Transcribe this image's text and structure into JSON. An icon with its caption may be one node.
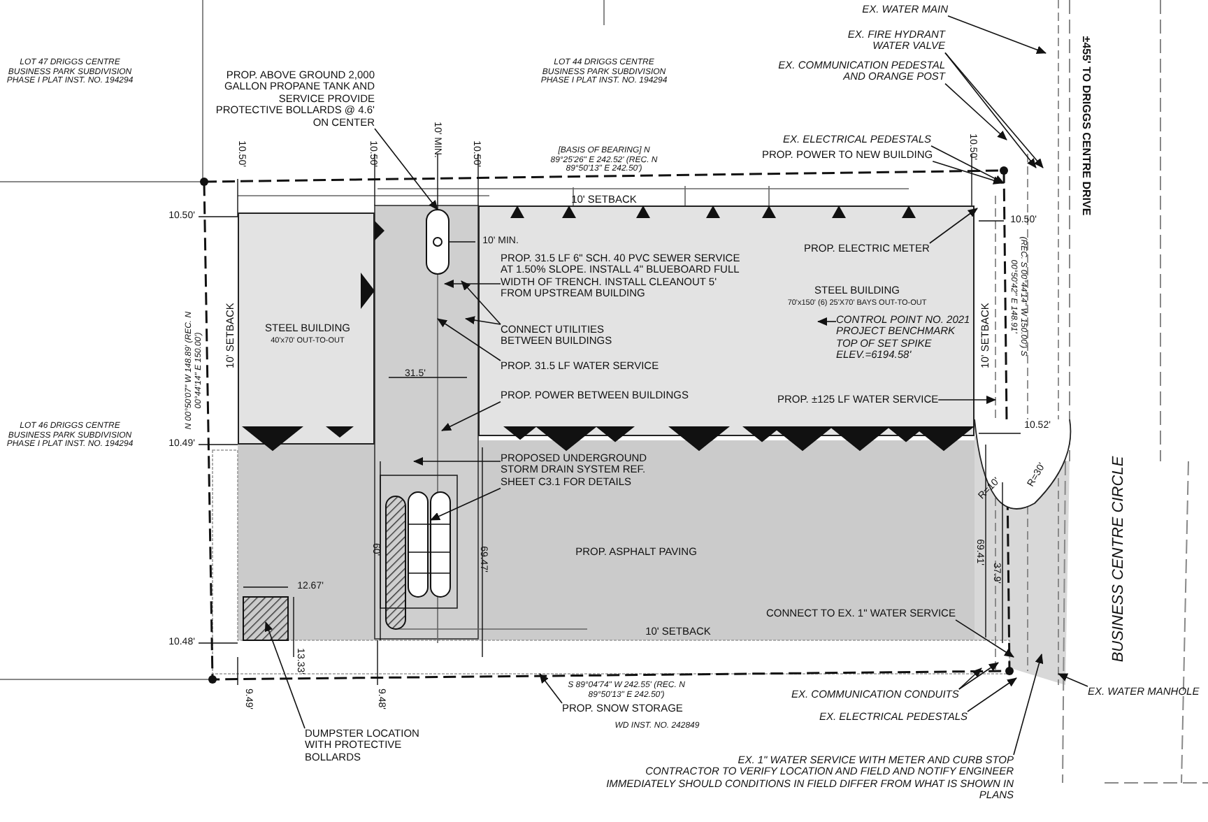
{
  "diagram": {
    "nodes": [
      {
        "text": [
          "STEEL BUILDING",
          "40'x70' OUT-TO-OUT"
        ]
      },
      {
        "text": [
          "STEEL BUILDING",
          "70'x150' (6) 25'X70' BAYS OUT-TO-OUT"
        ]
      },
      {
        "text": [
          "PROP. ABOVE GROUND 2,000 GALLON PROPANE TANK AND SERVICE PROVIDE PROTECTIVE BOLLARDS @ 4.6' ON CENTER"
        ]
      },
      {
        "text": [
          "PROP. 31.5 LF 6\" SCH. 40 PVC SEWER SERVICE AT 1.50% SLOPE. INSTALL 4\" BLUEBOARD FULL WIDTH OF TRENCH. INSTALL CLEANOUT 5' FROM UPSTREAM BUILDING"
        ],
        "in": 1
      },
      {
        "text": [
          "CONNECT UTILITIES BETWEEN BUILDINGS"
        ],
        "in": 1
      },
      {
        "text": [
          "PROP. 31.5 LF WATER SERVICE"
        ],
        "in": 1
      },
      {
        "text": [
          "PROP. POWER BETWEEN BUILDINGS"
        ],
        "in": 1
      },
      {
        "text": [
          "PROPOSED UNDERGROUND STORM DRAIN SYSTEM REF. SHEET C3.1 FOR DETAILS"
        ]
      },
      {
        "text": [
          "DUMPSTER LOCATION WITH PROTECTIVE BOLLARDS"
        ]
      },
      {
        "text": [
          "PROP. SNOW STORAGE"
        ]
      },
      {
        "text": [
          "CONTROL POINT NO. 2021 PROJECT BENCHMARK TOP OF SET SPIKE ELEV.=6194.58'"
        ],
        "in": 1
      },
      {
        "text": [
          "PROP. ±125 LF WATER SERVICE"
        ],
        "in": 1
      },
      {
        "text": [
          "PROP. ELECTRIC METER"
        ],
        "in": 1
      },
      {
        "text": [
          "EX. ELECTRICAL PEDESTALS"
        ]
      },
      {
        "text": [
          "PROP. POWER TO NEW BUILDING"
        ]
      },
      {
        "text": [
          "EX. COMMUNICATION PEDESTAL AND ORANGE POST"
        ]
      },
      {
        "text": [
          "EX. FIRE HYDRANT WATER VALVE"
        ]
      },
      {
        "text": [
          "EX. WATER MAIN"
        ]
      },
      {
        "text": [
          "CONNECT TO EX. 1\" WATER SERVICE"
        ]
      },
      {
        "text": [
          "EX. COMMUNICATION CONDUITS"
        ]
      },
      {
        "text": [
          "EX. ELECTRICAL PEDESTALS"
        ]
      },
      {
        "text": [
          "EX. WATER MANHOLE"
        ]
      },
      {
        "text": [
          "EX. 1\" WATER SERVICE WITH METER AND CURB STOP",
          "CONTRACTOR TO VERIFY LOCATION AND FIELD AND NOTIFY ENGINEER IMMEDIATELY SHOULD CONDITIONS IN FIELD DIFFER FROM WHAT IS SHOWN IN PLANS"
        ]
      }
    ],
    "edges": [
      {
        "from": 2,
        "to": null,
        "arrow": "to"
      },
      {
        "from": 3,
        "to": null,
        "arrow": "to"
      },
      {
        "from": 4,
        "to": null,
        "arrow": "to"
      },
      {
        "from": 4,
        "to": null,
        "arrow": "to"
      },
      {
        "from": 5,
        "to": null,
        "arrow": "to"
      },
      {
        "from": 6,
        "to": null,
        "arrow": "to"
      },
      {
        "from": 7,
        "to": null,
        "arrow": "to"
      },
      {
        "from": 7,
        "to": null,
        "arrow": "to"
      },
      {
        "from": 8,
        "to": null,
        "arrow": "to"
      },
      {
        "from": 9,
        "to": null,
        "arrow": "to"
      },
      {
        "from": 10,
        "to": null,
        "arrow": "to"
      },
      {
        "from": 11,
        "to": null,
        "arrow": "to"
      },
      {
        "from": 12,
        "to": null,
        "arrow": "to"
      },
      {
        "from": 13,
        "to": null,
        "arrow": "to"
      },
      {
        "from": 14,
        "to": null,
        "arrow": "to"
      },
      {
        "from": 15,
        "to": null,
        "arrow": "to"
      },
      {
        "from": 16,
        "to": null,
        "arrow": "to"
      },
      {
        "from": 16,
        "to": null,
        "arrow": "to"
      },
      {
        "from": 17,
        "to": null,
        "arrow": "to"
      },
      {
        "from": 18,
        "to": null,
        "arrow": "to"
      },
      {
        "from": 19,
        "to": null,
        "arrow": "to"
      },
      {
        "from": 19,
        "to": null,
        "arrow": "to"
      },
      {
        "from": 20,
        "to": null,
        "arrow": "to"
      },
      {
        "from": 21,
        "to": null,
        "arrow": "to"
      },
      {
        "from": 22,
        "to": null,
        "arrow": "to"
      }
    ],
    "labels": [
      "LOT 47 DRIGGS CENTRE BUSINESS PARK SUBDIVISION PHASE I PLAT INST. NO. 194294",
      "LOT 44 DRIGGS CENTRE BUSINESS PARK SUBDIVISION PHASE I PLAT INST. NO. 194294",
      "±455' TO DRIGGS CENTRE DRIVE",
      "10.50'",
      "10.50'",
      "10' MIN.",
      "10.50'",
      "10.50'",
      "[BASIS OF BEARING] N 89°25'26\" E 242.52' (REC. N 89°50'13\" E 242.50')",
      "10.50'",
      "10' SETBACK",
      "10' MIN.",
      "10.50'",
      "10' SETBACK",
      "10' SETBACK",
      "N 00°50'07\" W 148.89' (REC. N 00°44'14\" E 150.00')",
      "(REC. S 00°44'14\" W 150.00') S 00°50'42\" E 148.91'",
      "31.5'",
      "LOT 46 DRIGGS CENTRE BUSINESS PARK SUBDIVISION PHASE I PLAT INST. NO. 194294",
      "10.49'",
      "10.52'",
      "R=10'",
      "R=30'",
      "60'",
      "69.47'",
      "PROP. ASPHALT PAVING",
      "69.41'",
      "37.9'",
      "BUSINESS CENTRE CIRCLE",
      "12.67'",
      "10' SETBACK",
      "10.48'",
      "13.33'",
      "S 89°04'74\" W 242.55' (REC. N 89°50'13\" E 242.50')",
      "9.49'",
      "9.48'",
      "WD INST. NO. 242849"
    ]
  }
}
